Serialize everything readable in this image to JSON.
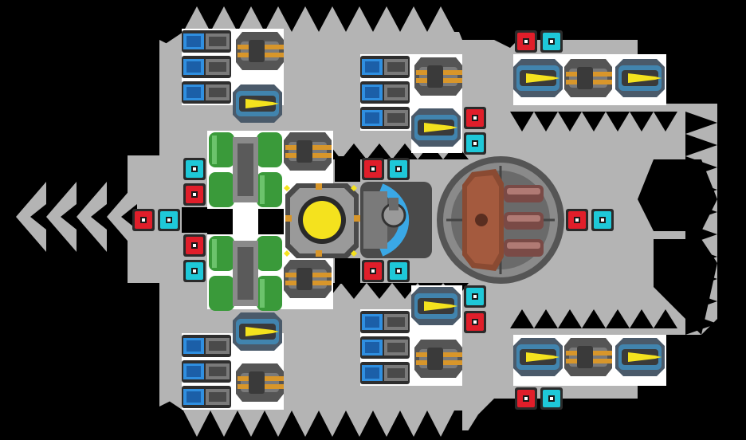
{
  "game": {
    "title": "",
    "colors": {
      "background": "#000000",
      "hull": "#b4b4b4",
      "hull_dark": "#8c8c8c",
      "tile_white": "#ffffff",
      "module_dark": "#3c3c3c",
      "module_mid": "#6e6e6e",
      "accent_orange": "#d8962a",
      "accent_yellow": "#f4e21e",
      "accent_blue": "#3aa8e6",
      "thruster_blue": "#2f8fe0",
      "green_tank": "#3a9a3a",
      "red_block": "#e01e2a",
      "cyan_block": "#1ec8d8",
      "brown_turret": "#8a4a32"
    },
    "components": {
      "core": "reactor-core",
      "turret": "heavy-triple-cannon-turret",
      "shield": "shield-projector",
      "thrusters": "ion-thrusters",
      "fuel": "green-fuel-tanks",
      "guns": [
        "autocannon",
        "laser-emitter"
      ],
      "small_blocks": [
        "red-armor-block",
        "cyan-sensor-block"
      ]
    }
  }
}
